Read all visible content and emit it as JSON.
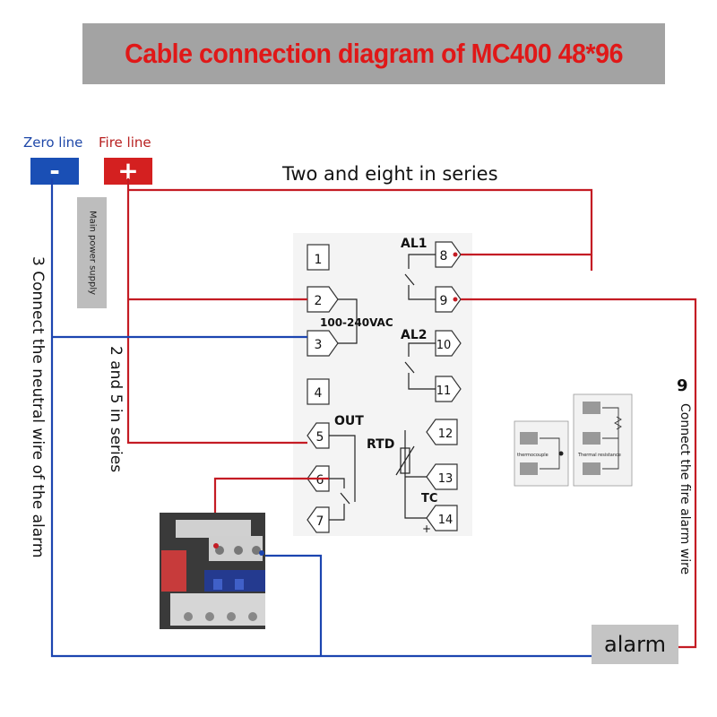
{
  "title": "Cable connection diagram of MC400 48*96",
  "supply": {
    "zero_label": "Zero line",
    "zero_symbol": "-",
    "fire_label": "Fire line",
    "fire_symbol": "+",
    "main_power_label": "Main power supply"
  },
  "notes": {
    "two_eight": "Two and eight in series",
    "neutral_alarm": "3 Connect the neutral wire of the alarm",
    "two_five": "2 and 5 in series",
    "nine": "9",
    "fire_alarm": "Connect the fire alarm wire"
  },
  "terminals": [
    "1",
    "2",
    "3",
    "4",
    "5",
    "6",
    "7",
    "8",
    "9",
    "10",
    "11",
    "12",
    "13",
    "14"
  ],
  "groups": {
    "al1": "AL1",
    "al2": "AL2",
    "supply": "100-240VAC",
    "out": "OUT",
    "rtd": "RTD",
    "tc": "TC"
  },
  "sensor_inset": {
    "thermocouple": "thermocouple",
    "thermal_resistance": "Thermal resistance"
  },
  "alarm_label": "alarm",
  "colors": {
    "title_text": "#e01818",
    "title_bg": "#a3a3a3",
    "zero_box": "#1a4fb5",
    "fire_box": "#d42020",
    "zero_text": "#1f48a8",
    "fire_text": "#b82020",
    "red_wire": "#c41c24",
    "blue_wire": "#1c45b0"
  }
}
